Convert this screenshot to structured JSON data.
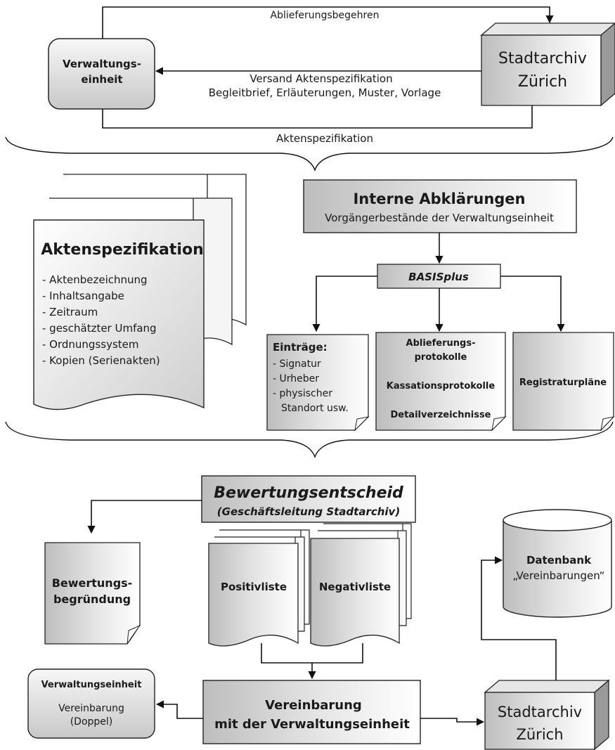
{
  "colors": {
    "box_light": "#f2f2f2",
    "box_mid": "#d9d9d9",
    "box_dark": "#b3b3b3",
    "stroke": "#222222",
    "line": "#111111"
  },
  "top": {
    "verwaltung": {
      "line1": "Verwaltungs-",
      "line2": "einheit"
    },
    "archiv": {
      "line1": "Stadtarchiv",
      "line2": "Zürich"
    },
    "request_label": "Ablieferungsbegehren",
    "versand_line1": "Versand Aktenspezifikation",
    "versand_line2": "Begleitbrief, Erläuterungen, Muster, Vorlage",
    "return_label": "Aktenspezifikation"
  },
  "spec_doc": {
    "title": "Aktenspezifikation",
    "items": [
      "- Aktenbezeichnung",
      "- Inhaltsangabe",
      "- Zeitraum",
      "- geschätzter Umfang",
      "- Ordnungssystem",
      "- Kopien (Serienakten)"
    ]
  },
  "internal": {
    "title": "Interne Abklärungen",
    "subtitle": "Vorgängerbestände der Verwaltungseinheit",
    "basis": "BASISplus",
    "eintraege": {
      "title": "Einträge:",
      "items": [
        "- Signatur",
        "- Urheber",
        "- physischer",
        "Standort usw."
      ]
    },
    "protocols": {
      "line1": "Ablieferungs-",
      "line2": "protokolle",
      "line3": "Kassationsprotokolle",
      "line4": "Detailverzeichnisse"
    },
    "registratur": "Registraturpläne"
  },
  "bottom": {
    "decision_title": "Bewertungsentscheid",
    "decision_subtitle": "(Geschäftsleitung Stadtarchiv)",
    "begruendung": {
      "line1": "Bewertungs-",
      "line2": "begründung"
    },
    "positiv": "Positivliste",
    "negativ": "Negativliste",
    "datenbank": {
      "line1": "Datenbank",
      "line2": "„Vereinbarungen“"
    },
    "ve_box": {
      "title": "Verwaltungseinheit",
      "line1": "Vereinbarung",
      "line2": "(Doppel)"
    },
    "agreement": {
      "line1": "Vereinbarung",
      "line2": "mit der Verwaltungseinheit"
    },
    "archiv": {
      "line1": "Stadtarchiv",
      "line2": "Zürich"
    }
  }
}
